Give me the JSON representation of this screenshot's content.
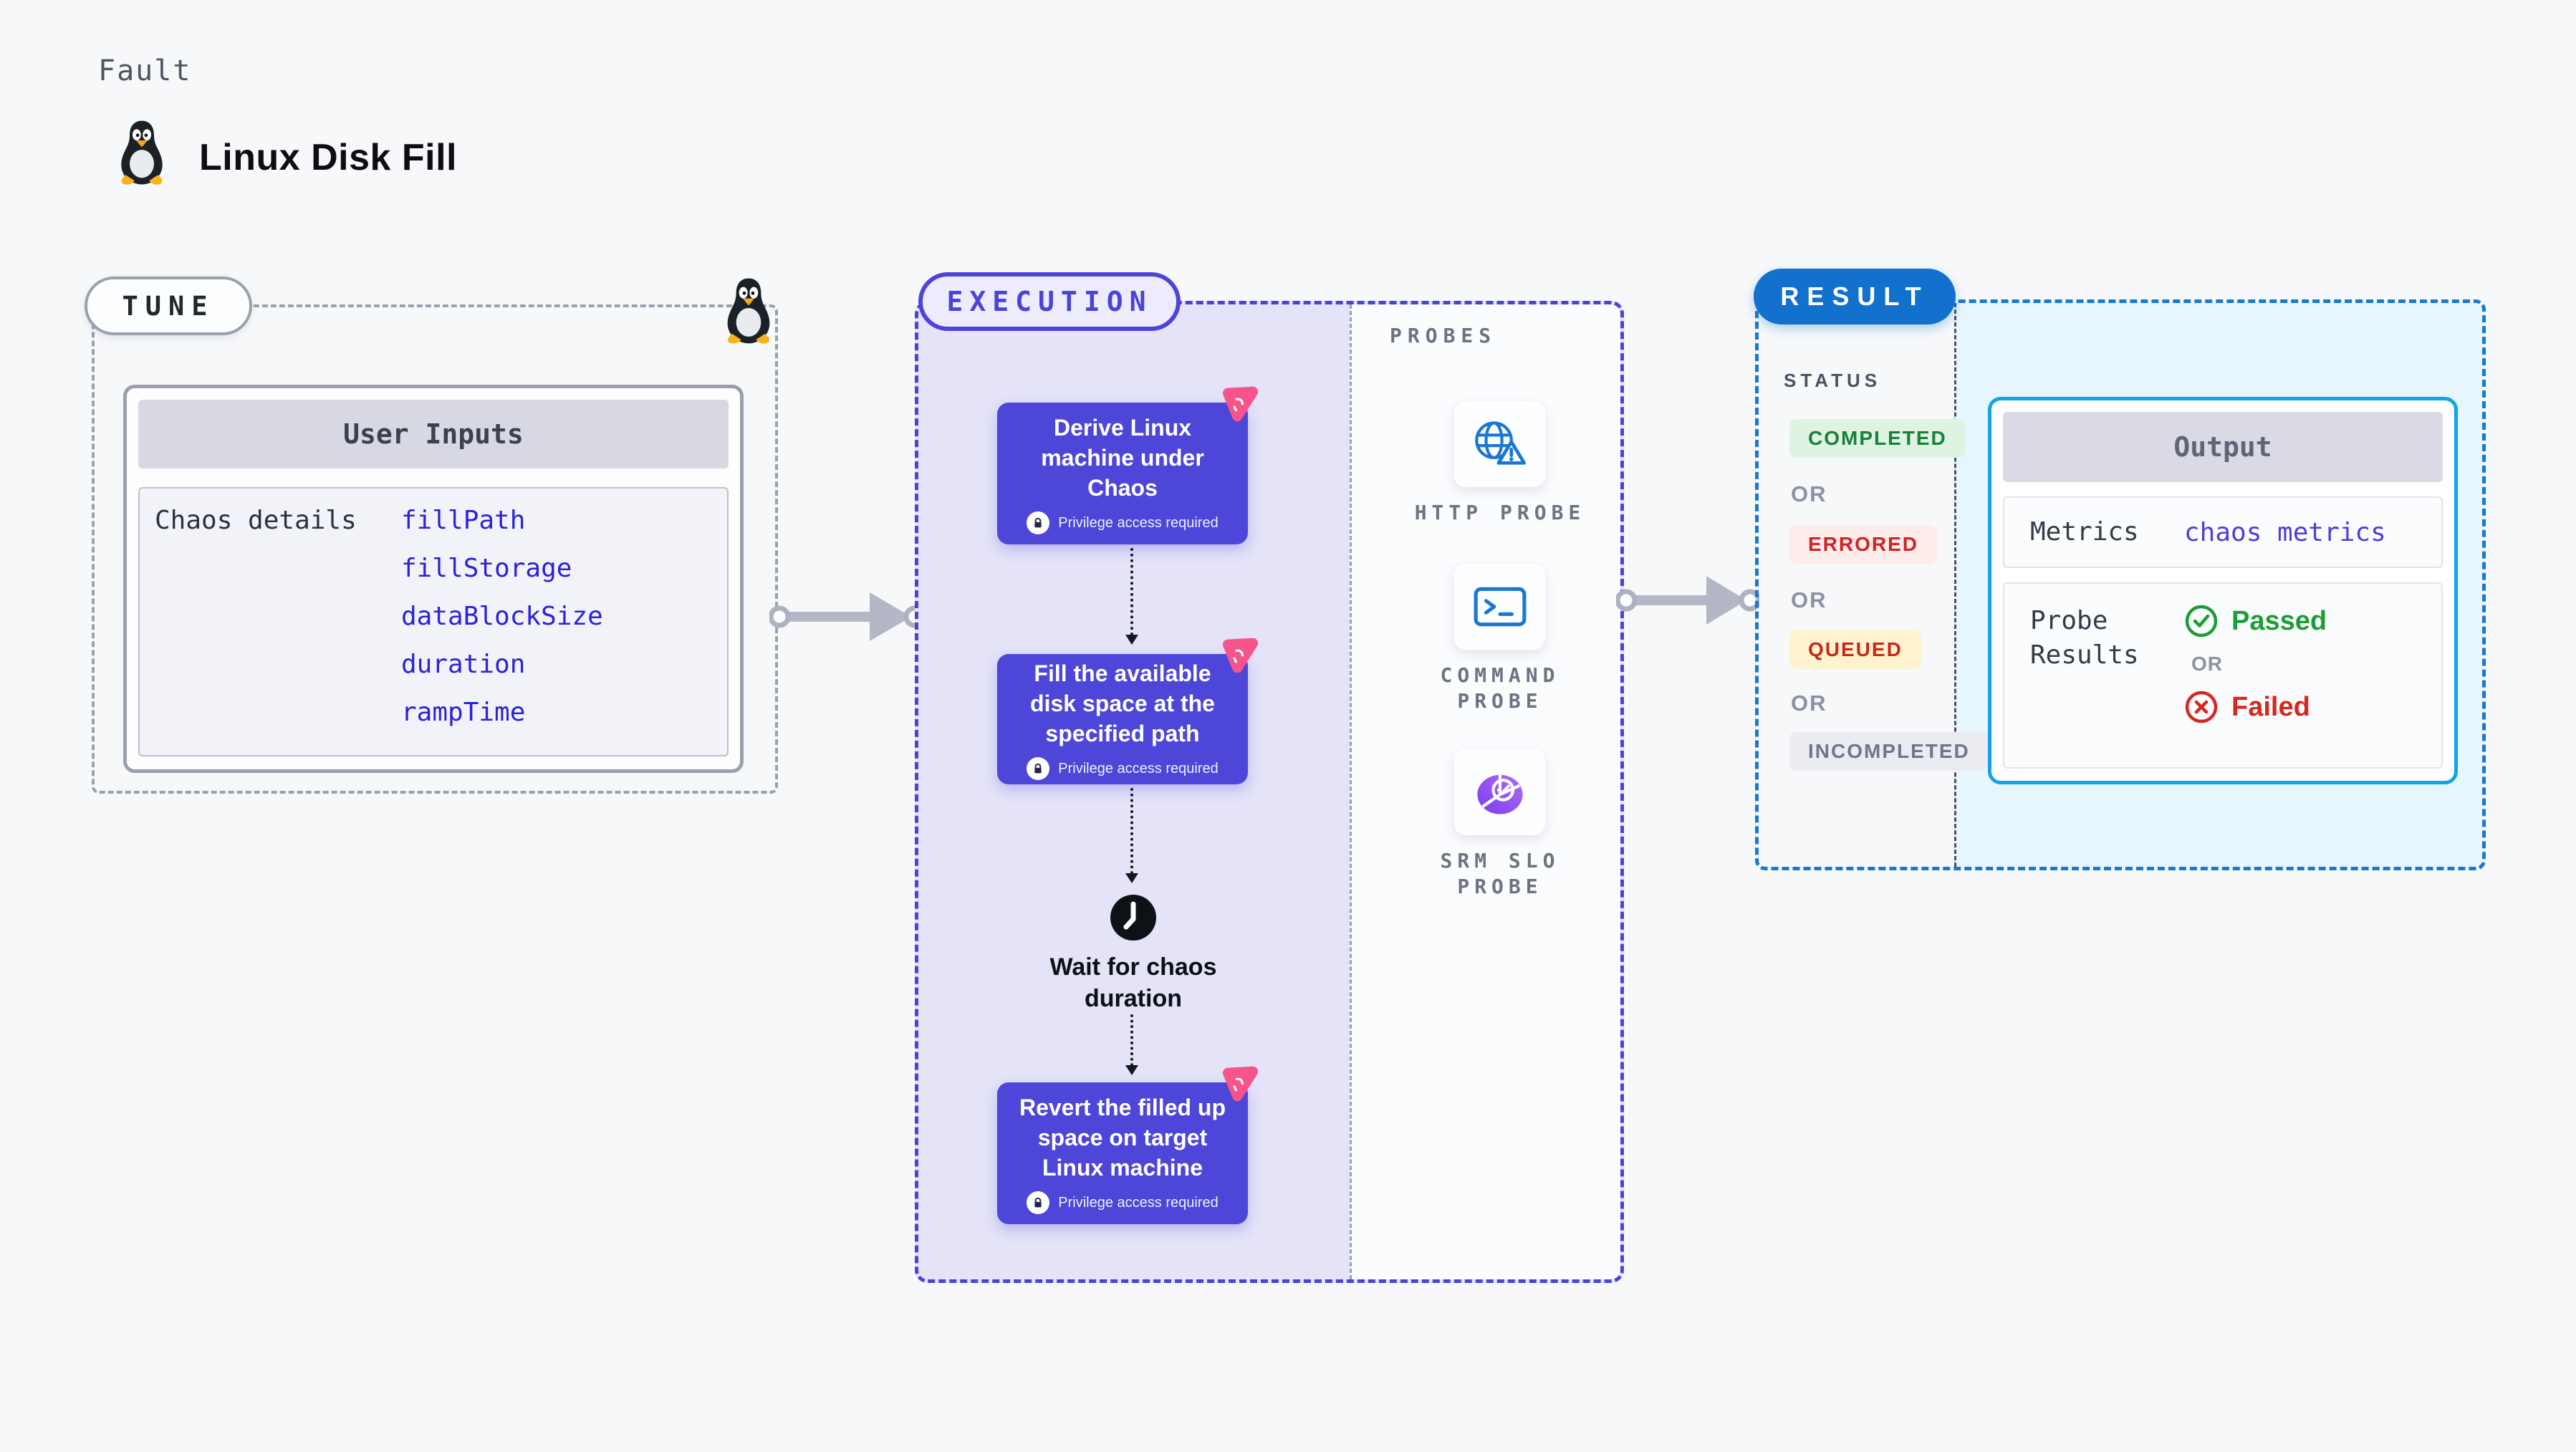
{
  "header": {
    "kicker": "Fault",
    "title": "Linux Disk Fill"
  },
  "tune": {
    "label": "TUNE",
    "card": {
      "title": "User Inputs",
      "row_label": "Chaos details",
      "inputs": [
        "fillPath",
        "fillStorage",
        "dataBlockSize",
        "duration",
        "rampTime"
      ]
    }
  },
  "execution": {
    "label": "EXECUTION",
    "steps": [
      {
        "title": "Derive Linux machine under Chaos",
        "badge": "Privilege access required",
        "corner_icon": "chaos-badge-icon",
        "badge_icon": "lock-icon"
      },
      {
        "title": "Fill the available disk space at the specified path",
        "badge": "Privilege access required",
        "corner_icon": "chaos-badge-icon",
        "badge_icon": "lock-icon"
      },
      {
        "title": "Revert the filled up space on target Linux machine",
        "badge": "Privilege access required",
        "corner_icon": "chaos-badge-icon",
        "badge_icon": "lock-icon"
      }
    ],
    "wait_label": "Wait for chaos duration",
    "wait_icon": "clock-icon",
    "probes": {
      "label": "PROBES",
      "items": [
        {
          "name": "HTTP PROBE",
          "icon": "globe-alert-icon"
        },
        {
          "name": "COMMAND PROBE",
          "icon": "terminal-icon"
        },
        {
          "name": "SRM SLO PROBE",
          "icon": "slo-pie-icon"
        }
      ]
    }
  },
  "result": {
    "label": "RESULT",
    "status": {
      "label": "STATUS",
      "separator": "OR",
      "badges": [
        {
          "text": "COMPLETED",
          "fg": "#17813a",
          "bg": "#dff3e3"
        },
        {
          "text": "ERRORED",
          "fg": "#d32222",
          "bg": "#fcecea"
        },
        {
          "text": "QUEUED",
          "fg": "#c8281a",
          "bg": "#fdf3cf"
        },
        {
          "text": "INCOMPLETED",
          "fg": "#6e7689",
          "bg": "#eaecf2"
        }
      ]
    },
    "output": {
      "title": "Output",
      "metrics_label": "Metrics",
      "metrics_value": "chaos metrics",
      "probe_results_label": "Probe Results",
      "passed": "Passed",
      "or": "OR",
      "failed": "Failed",
      "passed_icon": "check-circle-icon",
      "failed_icon": "x-circle-icon"
    }
  },
  "colors": {
    "page_bg": "#f6f8fa",
    "accent_indigo": "#4d46d8",
    "execution_bg": "#e4e3f8",
    "pink_badge": "#f7548c",
    "probe_blue": "#1a78d2",
    "slo_purple": "#8a4cf0",
    "result_blue": "#1171cd",
    "output_border": "#12a3e8",
    "result_panel_bg": "#e7f6fd",
    "code_blue": "#2b22d9",
    "pass_green": "#1d9e35",
    "fail_red": "#d6281e",
    "dashed_gray": "#9aa1ad"
  }
}
